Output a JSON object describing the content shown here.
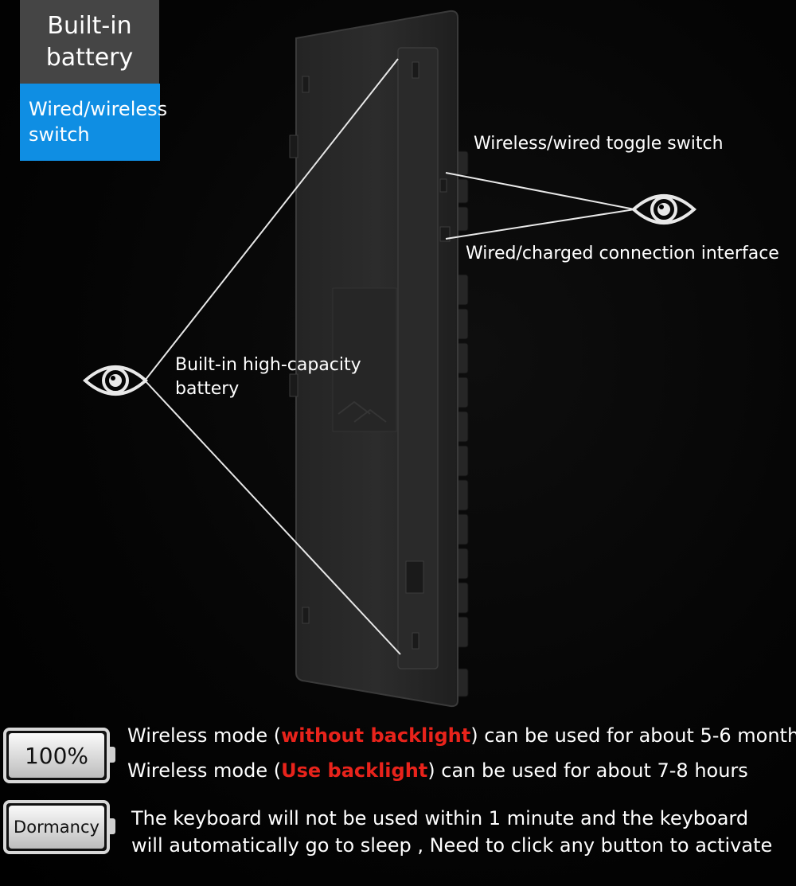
{
  "tags": {
    "battery": "Built-in\nbattery",
    "switch": "Wired/wireless\nswitch"
  },
  "callouts": {
    "toggle_switch": "Wireless/wired toggle switch",
    "connection": "Wired/charged connection interface",
    "battery": "Built-in high-capacity\nbattery"
  },
  "icons": [
    "eye-icon",
    "eye-icon"
  ],
  "battery_badge": {
    "label": "100%"
  },
  "dormancy_badge": {
    "label": "Dormancy"
  },
  "modes": [
    {
      "prefix": "Wireless mode (",
      "highlight": "without backlight",
      "suffix": ") can be used for about 5-6 month"
    },
    {
      "prefix": "Wireless mode (",
      "highlight": "Use backlight",
      "suffix": ") can be used for about 7-8 hours"
    }
  ],
  "dormancy_text": {
    "line1": "The keyboard will not be used within 1 minute and the keyboard",
    "line2": "will automatically go to sleep , Need to click any button to activate"
  },
  "colors": {
    "accent_blue": "#0f8ee3",
    "highlight_red": "#e8231b",
    "tag_gray": "#454545"
  }
}
